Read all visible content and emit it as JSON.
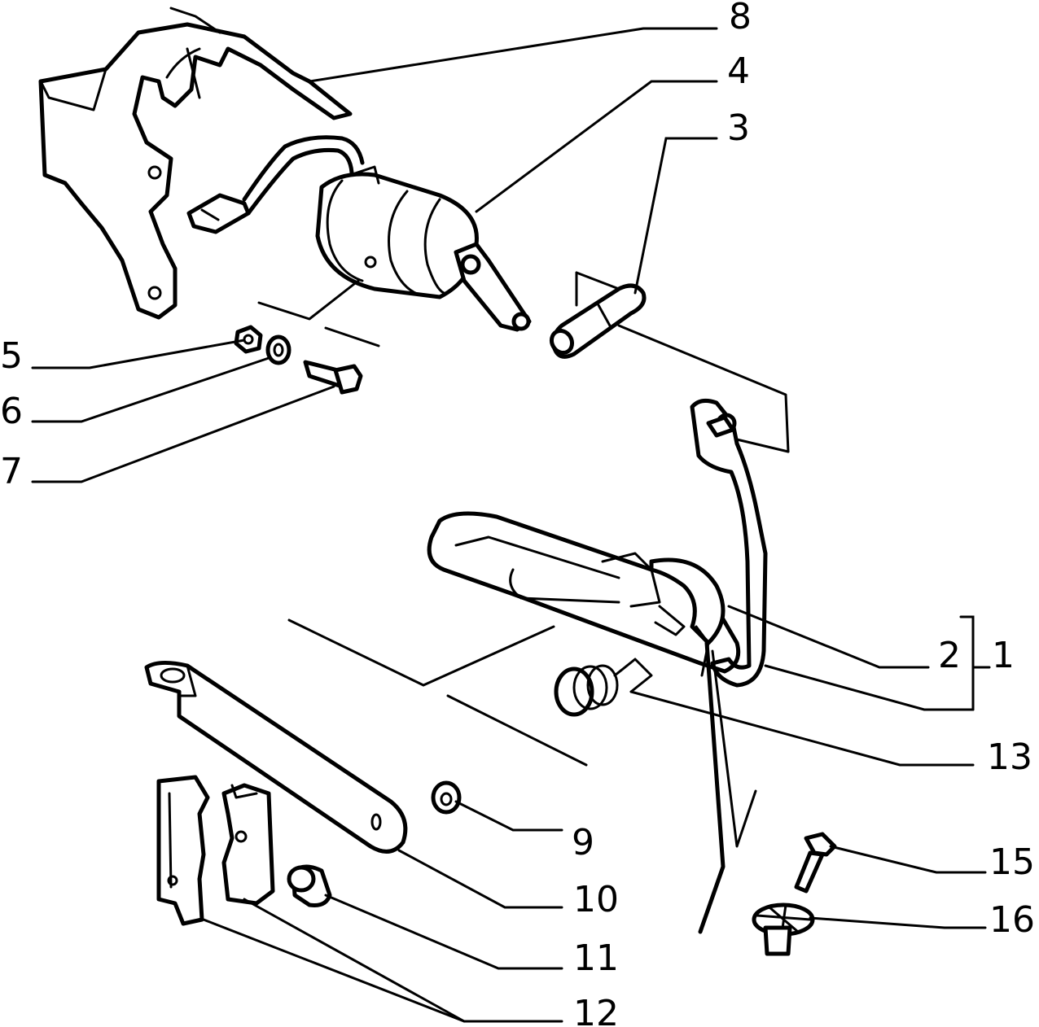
{
  "diagram": {
    "callouts": [
      {
        "id": "c1",
        "label": "1"
      },
      {
        "id": "c2",
        "label": "2"
      },
      {
        "id": "c3",
        "label": "3"
      },
      {
        "id": "c4",
        "label": "4"
      },
      {
        "id": "c5",
        "label": "5"
      },
      {
        "id": "c6",
        "label": "6"
      },
      {
        "id": "c7",
        "label": "7"
      },
      {
        "id": "c8",
        "label": "8"
      },
      {
        "id": "c9",
        "label": "9"
      },
      {
        "id": "c10",
        "label": "10"
      },
      {
        "id": "c11",
        "label": "11"
      },
      {
        "id": "c12",
        "label": "12"
      },
      {
        "id": "c13",
        "label": "13"
      },
      {
        "id": "c15",
        "label": "15"
      },
      {
        "id": "c16",
        "label": "16"
      }
    ]
  }
}
